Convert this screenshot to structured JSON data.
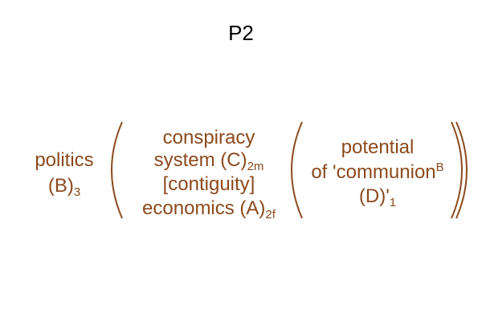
{
  "title": "P2",
  "colors": {
    "text": "#8B4A1C",
    "title": "#000000"
  },
  "left_group": {
    "name": "politics",
    "code": "(B)",
    "sub": "3"
  },
  "middle_group": {
    "line1": "conspiracy",
    "line2_text": "system (C)",
    "line2_sub": "2m",
    "line3": "[contiguity]",
    "line4_text": "economics (A)",
    "line4_sub": "2f"
  },
  "right_group": {
    "line1": "potential",
    "line2_text": "of 'communion",
    "line2_sup": "B",
    "line3_text": "(D)'",
    "line3_sub": "1"
  }
}
